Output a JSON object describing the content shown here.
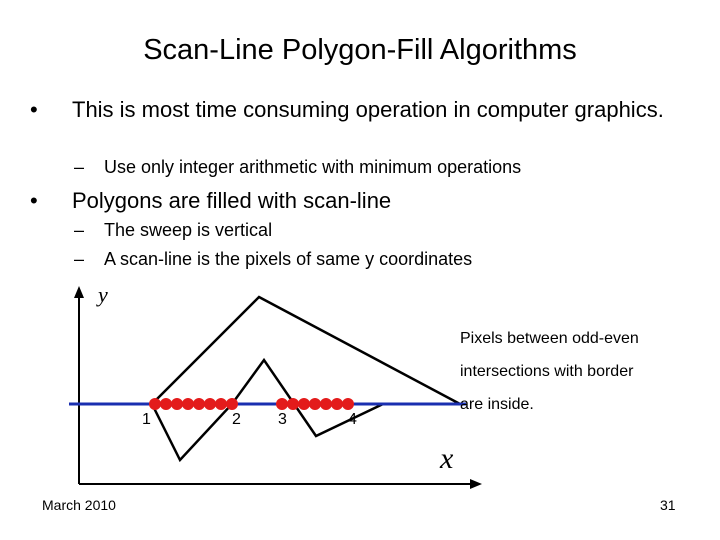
{
  "slide": {
    "title": "Scan-Line Polygon-Fill Algorithms",
    "bullets": [
      {
        "marker": "•",
        "text": "This is most time consuming operation in computer graphics.",
        "subs": [
          {
            "marker": "–",
            "text": "Use only integer arithmetic with minimum operations"
          }
        ]
      },
      {
        "marker": "•",
        "text": "Polygons are filled with scan-line",
        "subs": [
          {
            "marker": "–",
            "text": "The sweep is vertical"
          },
          {
            "marker": "–",
            "text": "A scan-line is the pixels of same y coordinates"
          }
        ]
      }
    ],
    "footer_left": "March 2010",
    "footer_right": "31"
  },
  "diagram": {
    "y_axis_label": "y",
    "x_axis_label": "x",
    "intersection_labels": [
      "1",
      "2",
      "3",
      "4"
    ],
    "note_lines": [
      "Pixels between odd-even",
      "intersections with border",
      "are inside."
    ],
    "colors": {
      "scan_line": "#1a2fb0",
      "pixels": "#e31b1b",
      "polygon": "#000000",
      "axes": "#000000"
    }
  }
}
